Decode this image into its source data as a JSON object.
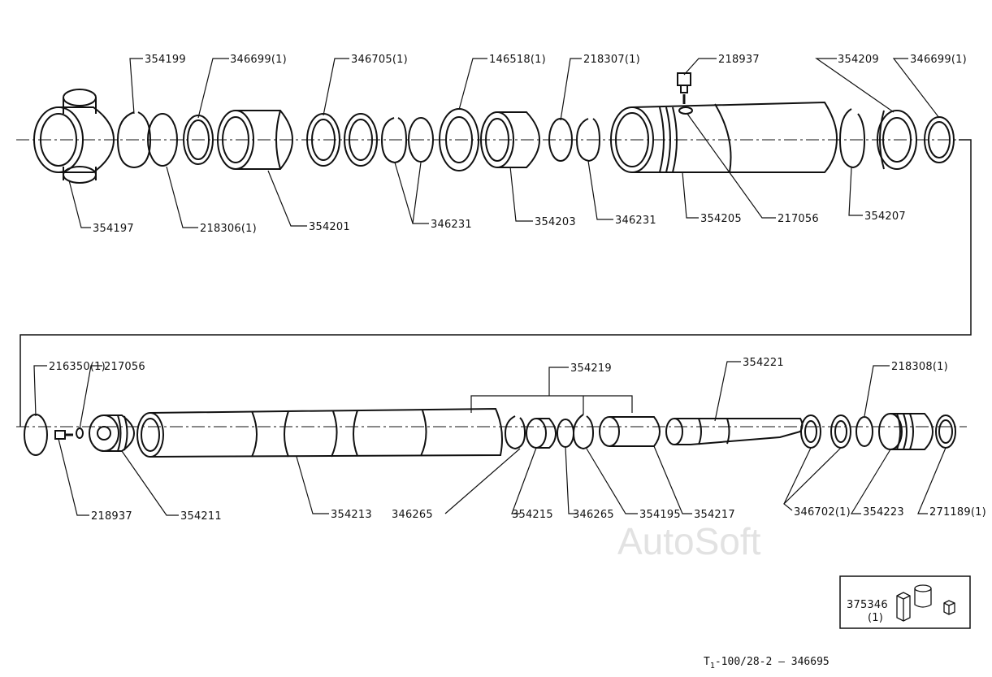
{
  "labels_top": [
    "354199",
    "346699(1)",
    "346705(1)",
    "146518(1)",
    "218307(1)",
    "218937",
    "354209",
    "346699(1)",
    "354197",
    "218306(1)",
    "354201",
    "346231",
    "354203",
    "346231",
    "354205",
    "217056",
    "354207"
  ],
  "labels_bottom": [
    "216350(1)",
    "217056",
    "354219",
    "354221",
    "218308(1)",
    "218937",
    "354211",
    "354213",
    "346265",
    "354215",
    "346265",
    "354195",
    "354217",
    "346702(1)",
    "354223",
    "271189(1)"
  ],
  "kit": {
    "number": "375346",
    "qty": "(1)"
  },
  "footer": {
    "prefix": "T",
    "subscript": "1",
    "suffix": "-100/28-2  —  346695"
  },
  "watermark": "AutoSoft"
}
